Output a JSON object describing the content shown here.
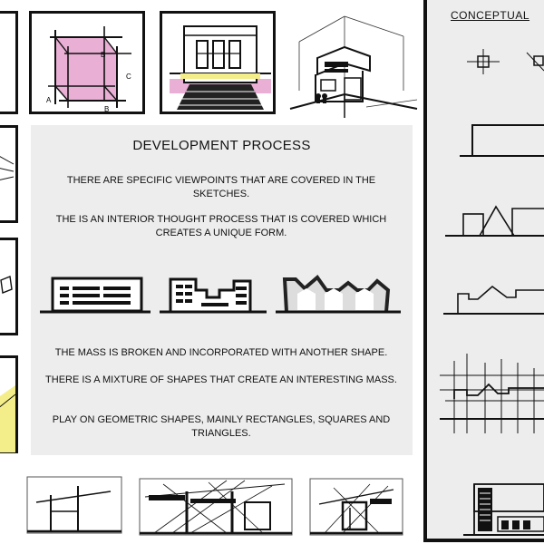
{
  "development": {
    "title": "DEVELOPMENT PROCESS",
    "paragraph1": "THERE ARE SPECIFIC VIEWPOINTS THAT ARE COVERED IN THE SKETCHES.",
    "paragraph2": "THE IS AN INTERIOR THOUGHT PROCESS THAT IS COVERED WHICH CREATES A UNIQUE FORM.",
    "paragraph3": "THE MASS IS BROKEN AND INCORPORATED WITH ANOTHER SHAPE.",
    "paragraph4": "THERE IS A MIXTURE OF SHAPES THAT CREATE AN INTERESTING MASS.",
    "paragraph5": "PLAY ON GEOMETRIC SHAPES, MAINLY RECTANGLES, SQUARES AND TRIANGLES."
  },
  "conceptual": {
    "title": "CONCEPTUAL"
  },
  "sketch_labels": {
    "cube_labels": [
      "A",
      "B",
      "C",
      "B"
    ]
  },
  "colors": {
    "panel_bg": "#ededed",
    "pink": "#e7a6cf",
    "yellow": "#f4ee8a",
    "ink": "#111111"
  }
}
